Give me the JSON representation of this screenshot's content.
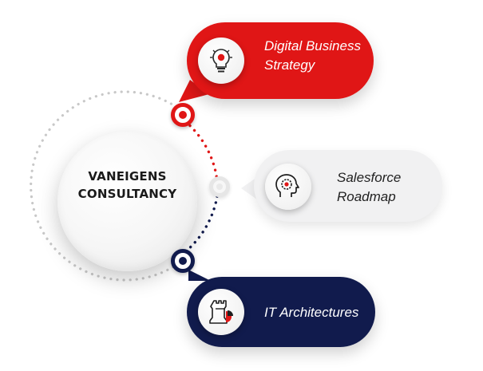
{
  "hub": {
    "title_line1": "VANEIGENS",
    "title_line2": "CONSULTANCY"
  },
  "items": [
    {
      "id": "strategy",
      "label_line1": "Digital Business",
      "label_line2": "Strategy",
      "icon": "lightbulb-icon",
      "color": "#e01616"
    },
    {
      "id": "roadmap",
      "label_line1": "Salesforce",
      "label_line2": "Roadmap",
      "icon": "head-gear-icon",
      "color": "#f1f1f2"
    },
    {
      "id": "architectures",
      "label_line1": "IT Architectures",
      "icon": "chess-rook-icon",
      "color": "#111b4d"
    }
  ],
  "colors": {
    "red": "#e01616",
    "navy": "#111b4d",
    "light_grey": "#f1f1f2",
    "dots_grey": "#c8c8c8"
  }
}
